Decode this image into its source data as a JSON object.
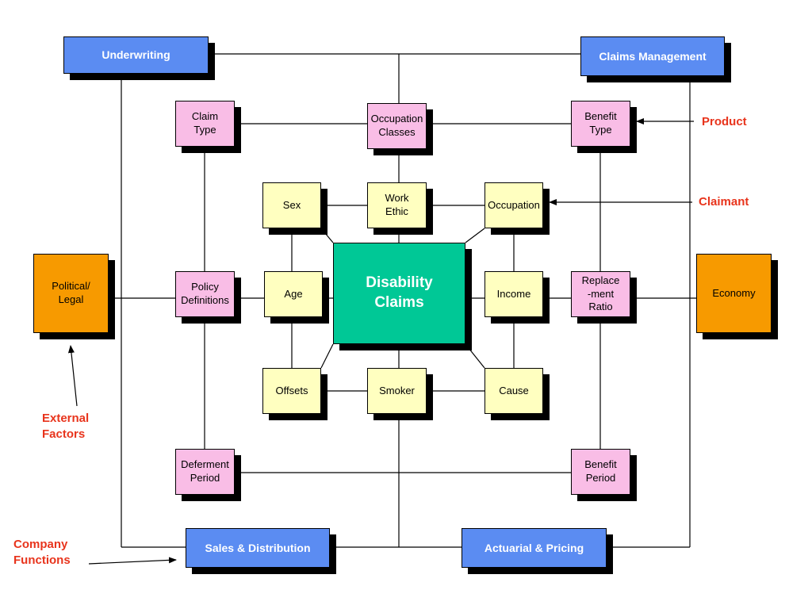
{
  "functions": {
    "underwriting": "Underwriting",
    "claims_management": "Claims Management",
    "sales_distribution": "Sales & Distribution",
    "actuarial_pricing": "Actuarial & Pricing"
  },
  "product_factors": {
    "claim_type": "Claim\nType",
    "occupation_classes": "Occupation\nClasses",
    "benefit_type": "Benefit\nType",
    "policy_definitions": "Policy\nDefinitions",
    "replacement_ratio": "Replace\n-ment\nRatio",
    "deferment_period": "Deferment\nPeriod",
    "benefit_period": "Benefit\nPeriod"
  },
  "claimant_factors": {
    "sex": "Sex",
    "work_ethic": "Work\nEthic",
    "occupation": "Occupation",
    "age": "Age",
    "income": "Income",
    "offsets": "Offsets",
    "smoker": "Smoker",
    "cause": "Cause"
  },
  "external": {
    "political_legal": "Political/\nLegal",
    "economy": "Economy"
  },
  "center": {
    "title": "Disability\nClaims"
  },
  "labels": {
    "product": "Product",
    "claimant": "Claimant",
    "external_factors": "External\nFactors",
    "company_functions": "Company\nFunctions"
  },
  "colors": {
    "blue": "#5b8cf2",
    "pink": "#f9bde6",
    "yellow": "#ffffc0",
    "orange": "#f79a00",
    "green": "#00c896",
    "label_red": "#e8341c"
  }
}
